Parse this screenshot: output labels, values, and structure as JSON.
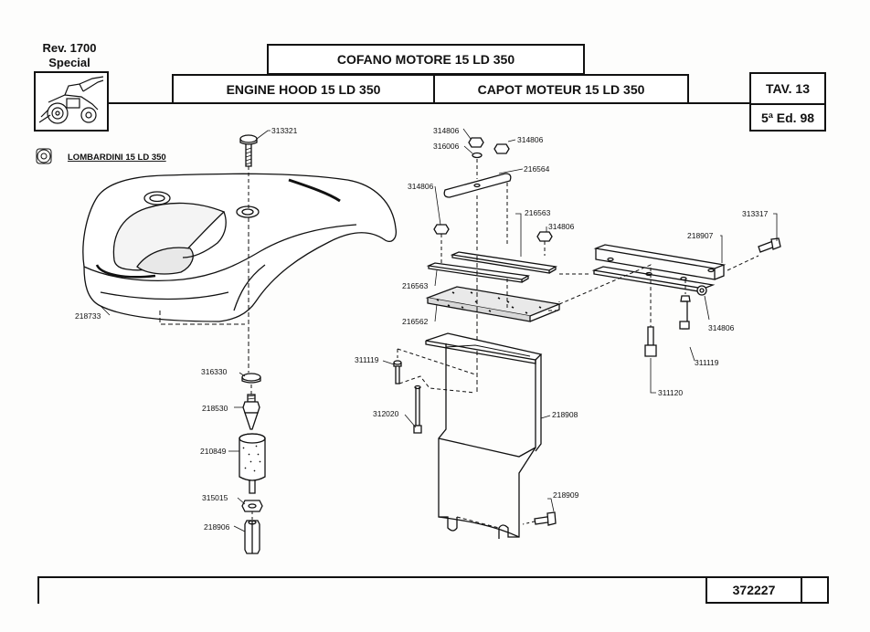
{
  "header": {
    "rev_line1": "Rev. 1700",
    "rev_line2": "Special",
    "title_it": "COFANO MOTORE 15 LD 350",
    "title_en": "ENGINE HOOD 15 LD 350",
    "title_fr": "CAPOT MOTEUR 15 LD 350",
    "table": "TAV. 13",
    "edition": "5ª Ed. 98"
  },
  "engine_label": "LOMBARDINI 15 LD 350",
  "parts": {
    "p313321": "313321",
    "p218733": "218733",
    "p316330": "316330",
    "p218530": "218530",
    "p210849": "210849",
    "p315015": "315015",
    "p218906": "218906",
    "p314806a": "314806",
    "p316006": "316006",
    "p314806b": "314806",
    "p216564": "216564",
    "p314806c": "314806",
    "p216563a": "216563",
    "p314806d": "314806",
    "p216563b": "216563",
    "p216562": "216562",
    "p311119a": "311119",
    "p312020": "312020",
    "p218908": "218908",
    "p218909": "218909",
    "p218907": "218907",
    "p313317": "313317",
    "p314806e": "314806",
    "p311119b": "311119",
    "p311120": "311120"
  },
  "footer": {
    "code": "372227"
  },
  "icons": {
    "tractor": "tractor-icon",
    "engine": "engine-icon"
  }
}
